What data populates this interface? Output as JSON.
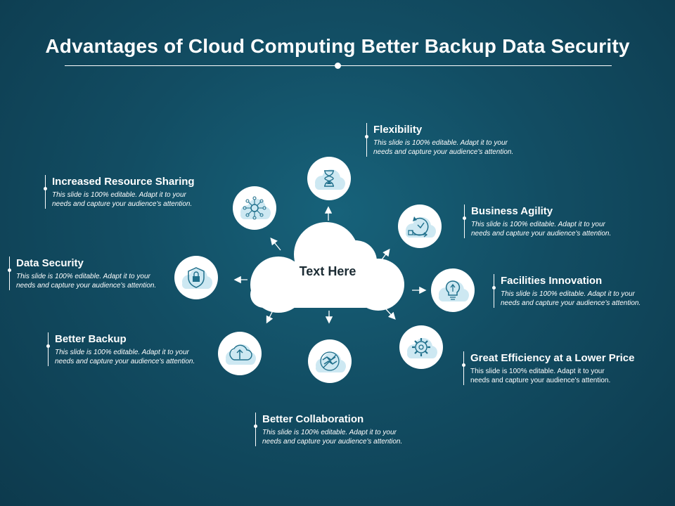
{
  "title": "Advantages of Cloud Computing Better Backup Data Security",
  "center": "Text Here",
  "colors": {
    "background": "#124d63",
    "circle_fill": "#ffffff",
    "icon_cloud": "#cde8f2",
    "icon_stroke": "#1f6f8b",
    "text": "#ffffff"
  },
  "items": [
    {
      "heading": "Flexibility",
      "line1": "This slide is 100% editable. Adapt it to your",
      "line2": "needs and capture your audience's attention.",
      "icon": "hourglass-icon"
    },
    {
      "heading": "Business Agility",
      "line1": "This slide is 100% editable. Adapt it to your",
      "line2": "needs and capture your audience's attention.",
      "icon": "cycle-arrows-icon"
    },
    {
      "heading": "Facilities Innovation",
      "line1": "This slide is 100% editable. Adapt it to your",
      "line2": "needs and capture your audience's attention.",
      "icon": "lightbulb-icon"
    },
    {
      "heading": "Great Efficiency at a Lower Price",
      "line1": "This slide is 100% editable.  Adapt it to your",
      "line2": "needs and capture your audience's attention.",
      "icon": "gear-icon"
    },
    {
      "heading": "Better Collaboration",
      "line1": "This slide is 100% editable. Adapt it to your",
      "line2": "needs and capture your audience's attention.",
      "icon": "handshake-icon"
    },
    {
      "heading": "Better Backup",
      "line1": "This slide is 100% editable. Adapt it to your",
      "line2": "needs and capture your audience's attention.",
      "icon": "upload-icon"
    },
    {
      "heading": "Data Security",
      "line1": "This slide is 100% editable. Adapt it to your",
      "line2": "needs and capture your audience's attention.",
      "icon": "shield-lock-icon"
    },
    {
      "heading": "Increased Resource Sharing",
      "line1": "This slide is 100% editable. Adapt it to your",
      "line2": "needs and capture your audience's attention.",
      "icon": "network-icon"
    }
  ]
}
